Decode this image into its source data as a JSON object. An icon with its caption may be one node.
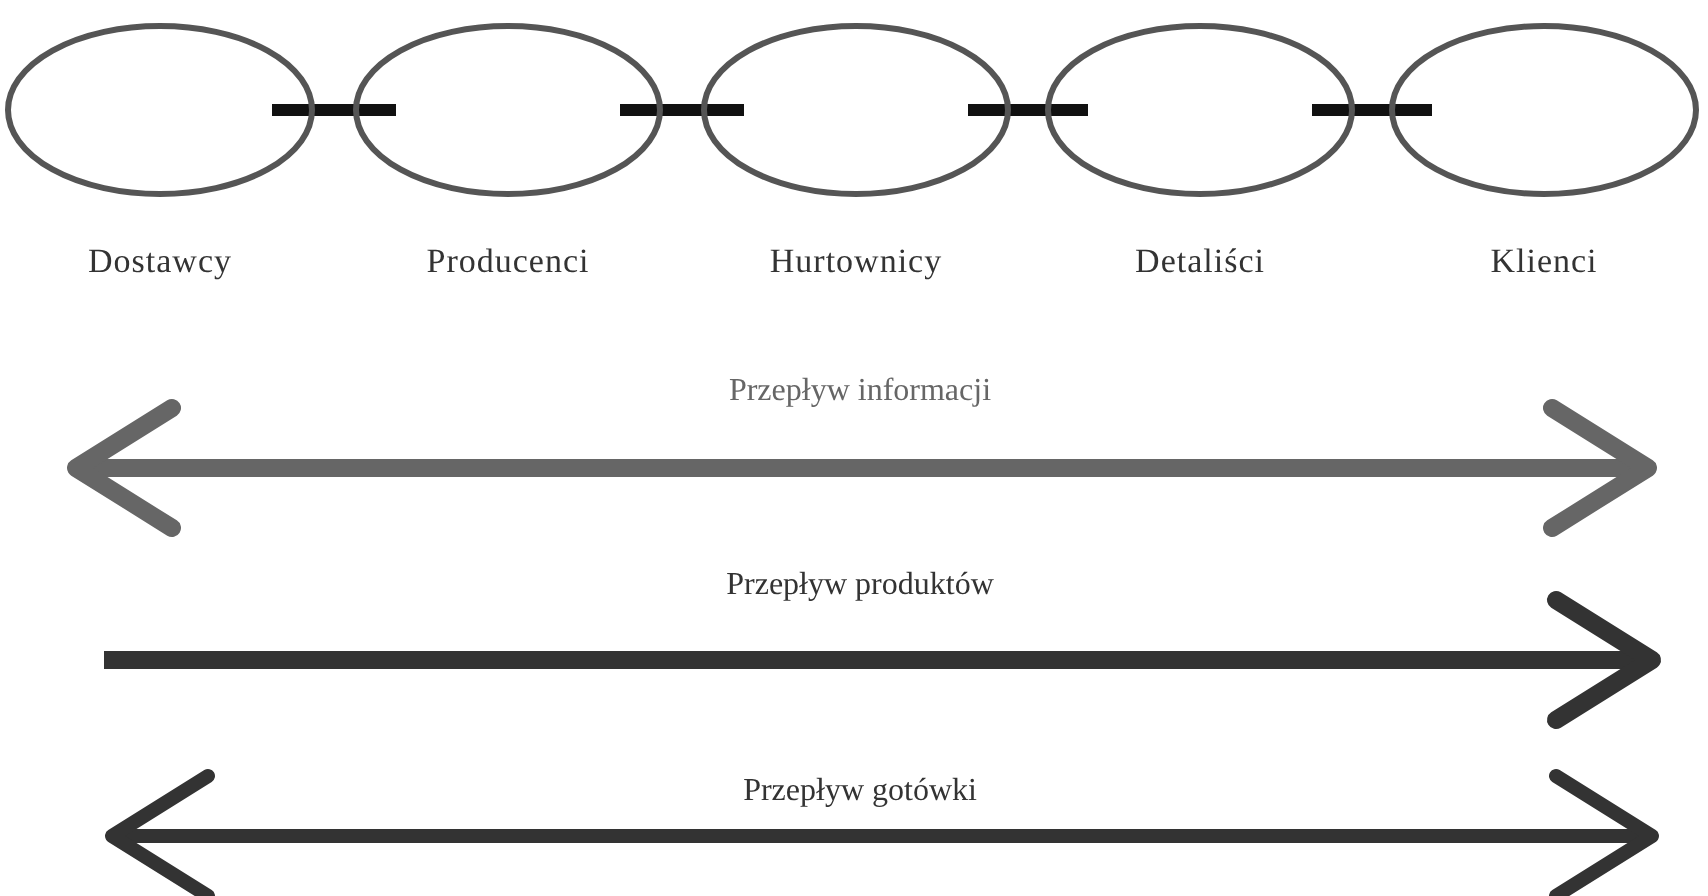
{
  "diagram": {
    "nodes": [
      {
        "text": [
          "Dostawcy"
        ]
      },
      {
        "text": [
          "Producenci"
        ]
      },
      {
        "text": [
          "Hurtownicy"
        ]
      },
      {
        "text": [
          "Detaliści"
        ]
      },
      {
        "text": [
          "Klienci"
        ]
      }
    ],
    "edges": [
      {
        "from": 0,
        "to": 1,
        "arrow": "none"
      },
      {
        "from": 1,
        "to": 2,
        "arrow": "none"
      },
      {
        "from": 2,
        "to": 3,
        "arrow": "none"
      },
      {
        "from": 3,
        "to": 4,
        "arrow": "none"
      }
    ],
    "labels": [
      "Przepływ informacji",
      "Przepływ produktów",
      "Przepływ gotówki"
    ]
  }
}
